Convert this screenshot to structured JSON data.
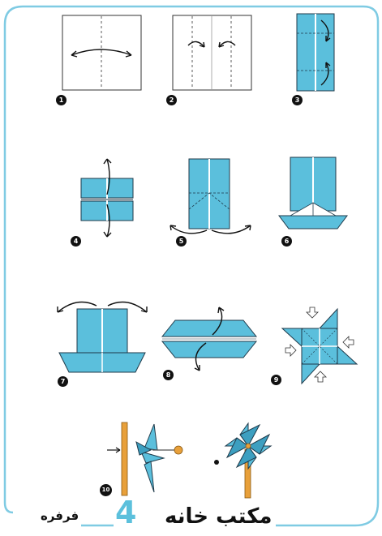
{
  "title": "فرفره",
  "brand": {
    "number": "4",
    "name": "مكتب خانه"
  },
  "steps": [
    {
      "label": "1"
    },
    {
      "label": "2"
    },
    {
      "label": "3"
    },
    {
      "label": "4"
    },
    {
      "label": "5"
    },
    {
      "label": "6"
    },
    {
      "label": "7"
    },
    {
      "label": "8"
    },
    {
      "label": "9"
    },
    {
      "label": "10"
    }
  ],
  "colors": {
    "paper": "#5bbfdc",
    "paper_dark": "#3d9fc0",
    "outline": "#1f3a4a",
    "frame": "#7fcbe3",
    "brand": "#5cc0dc",
    "stick": "#e8a03a"
  }
}
